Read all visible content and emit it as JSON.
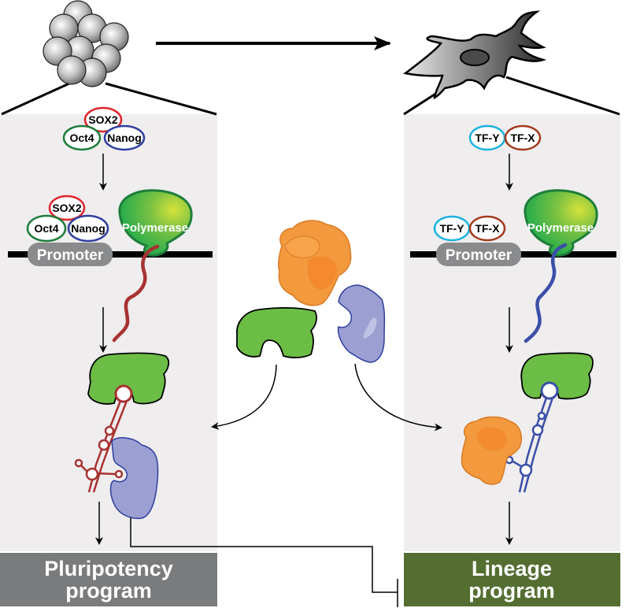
{
  "left_panel": {
    "cell_type": "stem-cell-cluster",
    "tf_complex": [
      "SOX2",
      "Oct4",
      "Nanog"
    ],
    "promoter_label": "Promoter",
    "polymerase_label": "Polymerase",
    "output_label_line1": "Pluripotency",
    "output_label_line2": "program",
    "output_color": "#7a7b7d",
    "rna_color": "#a83232"
  },
  "right_panel": {
    "cell_type": "differentiated-cell",
    "tf_complex": [
      "TF-Y",
      "TF-X"
    ],
    "promoter_label": "Promoter",
    "polymerase_label": "Polymerase",
    "output_label_line1": "Lineage",
    "output_label_line2": "program",
    "output_color": "#546e31",
    "rna_color": "#3b4fa8"
  },
  "colors": {
    "sox2": "#e0252b",
    "oct4": "#1e7d3a",
    "nanog": "#2e3f9e",
    "tfy": "#1ab2e0",
    "tfx": "#a33a1e",
    "panel_bg": "#efedee",
    "promoter": "#8a8b8d",
    "polymerase": "#4cb848",
    "green_protein": "#6cbd45",
    "purple_protein": "#9c9fd2",
    "orange_protein": "#f29a3d"
  }
}
